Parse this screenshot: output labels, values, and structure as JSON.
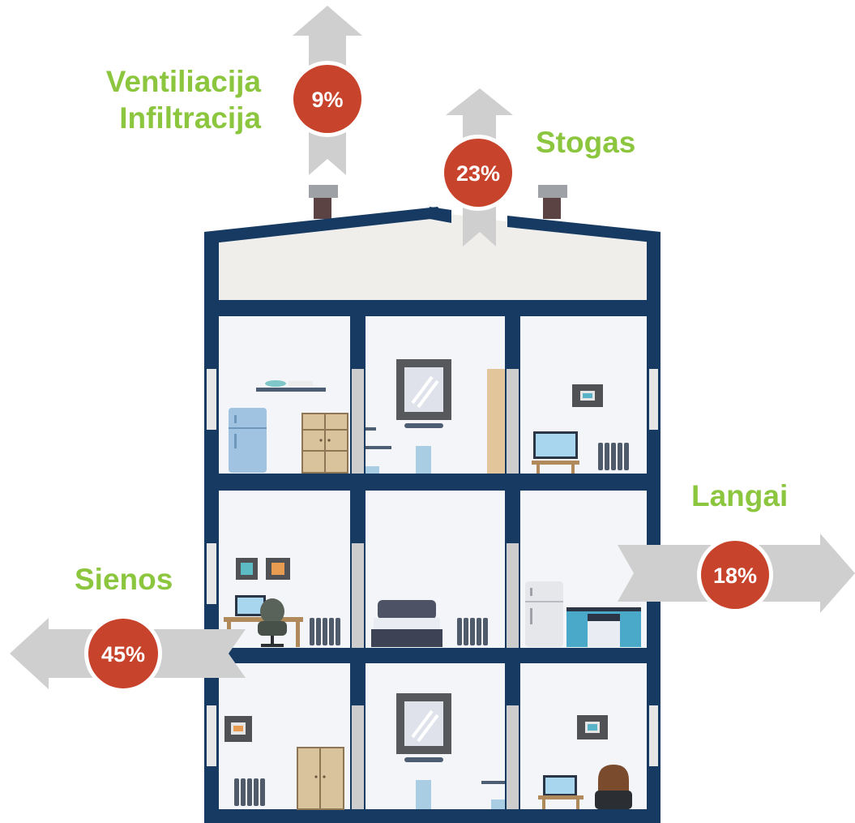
{
  "labels": {
    "ventilation_line1": "Ventiliacija",
    "ventilation_line2": "Infiltracija",
    "roof": "Stogas",
    "windows": "Langai",
    "walls": "Sienos"
  },
  "percentages": {
    "ventilation": "9%",
    "roof": "23%",
    "windows": "18%",
    "walls": "45%"
  },
  "colors": {
    "frame": "#173a63",
    "label_green": "#8cc63f",
    "badge_red": "#c8432b",
    "arrow_gray": "#cfcfcf",
    "room_bg": "#f4f5f8",
    "attic_bg": "#efeeeb"
  },
  "icons": [
    "fridge-icon",
    "cabinet-icon",
    "shelf-icon",
    "mirror-icon",
    "sink-icon",
    "door-icon",
    "tv-icon",
    "radiator-icon",
    "picture-icon",
    "desk-icon",
    "chair-icon",
    "bed-icon",
    "stove-icon",
    "wardrobe-icon",
    "armchair-icon",
    "chimney-icon"
  ]
}
